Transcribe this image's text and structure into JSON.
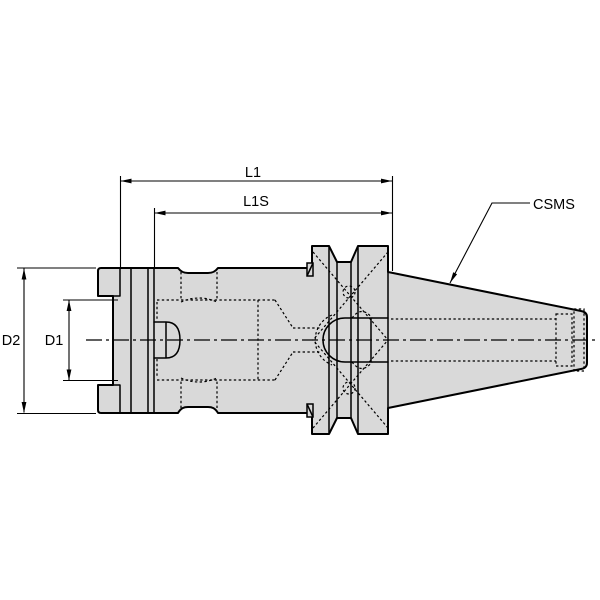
{
  "drawing": {
    "background": "#ffffff",
    "body_fill": "#d9d9d9",
    "line_color": "#000000",
    "dim_labels": {
      "l1": "L1",
      "l1s": "L1S",
      "d1": "D1",
      "d2": "D2"
    },
    "callout_label": "CSMS"
  }
}
